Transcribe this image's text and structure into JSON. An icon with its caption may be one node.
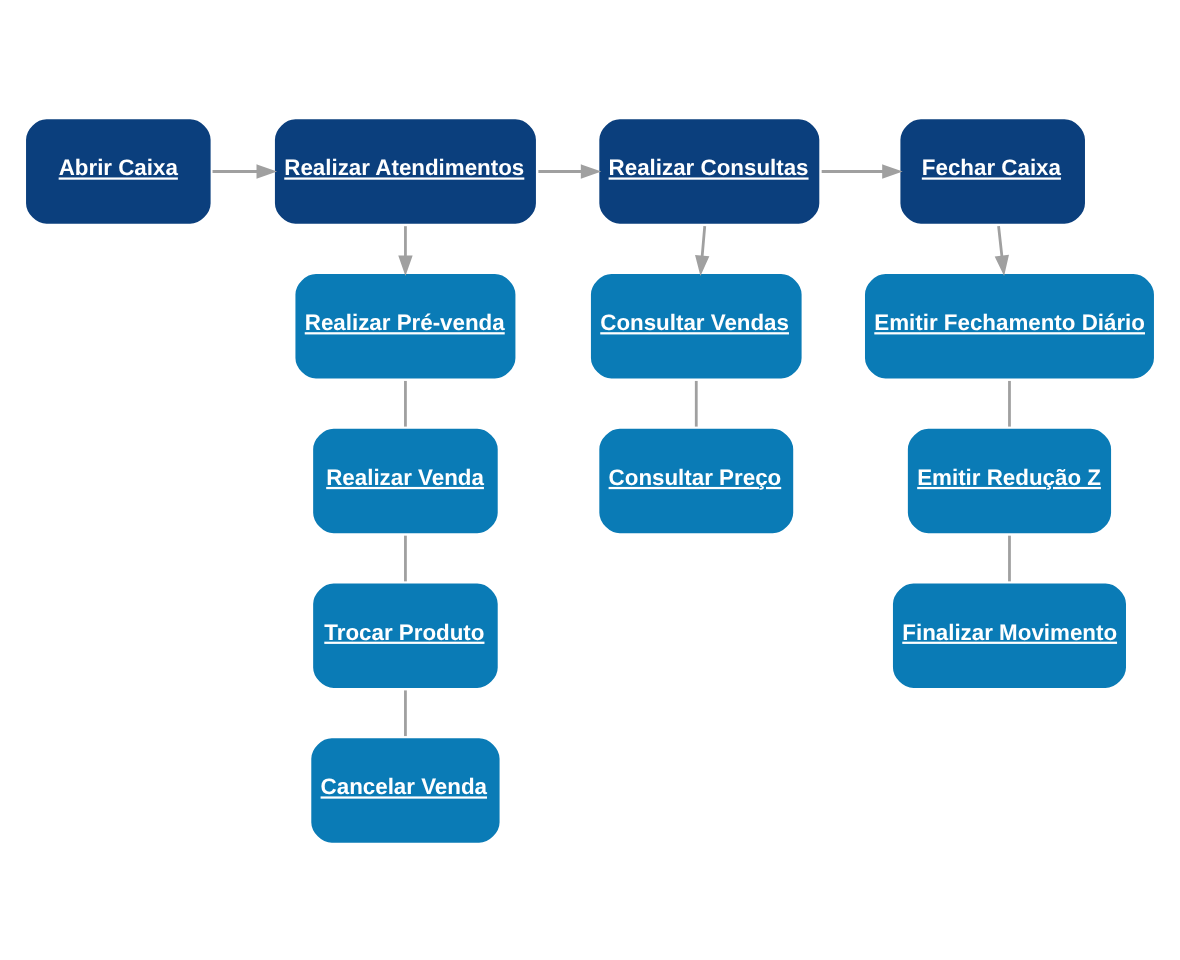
{
  "diagram": {
    "nodes": [
      {
        "text": [
          "Abrir Caixa"
        ]
      },
      {
        "text": [
          "Realizar Atendimentos"
        ]
      },
      {
        "text": [
          "Realizar Consultas"
        ]
      },
      {
        "text": [
          "Fechar Caixa"
        ]
      },
      {
        "text": [
          "Realizar Pré-venda"
        ]
      },
      {
        "text": [
          "Realizar Venda"
        ]
      },
      {
        "text": [
          "Trocar Produto"
        ]
      },
      {
        "text": [
          "Cancelar Venda"
        ]
      },
      {
        "text": [
          "Consultar Vendas"
        ]
      },
      {
        "text": [
          "Consultar Preço"
        ]
      },
      {
        "text": [
          "Emitir Fechamento Diário"
        ]
      },
      {
        "text": [
          "Emitir Redução Z"
        ]
      },
      {
        "text": [
          "Finalizar Movimento"
        ]
      }
    ],
    "edges": [
      {
        "from": 0,
        "to": 1,
        "arrow": "to"
      },
      {
        "from": 1,
        "to": 2,
        "arrow": "to"
      },
      {
        "from": 2,
        "to": 3,
        "arrow": "to"
      },
      {
        "from": 1,
        "to": 4,
        "arrow": "to"
      },
      {
        "from": 4,
        "to": 5,
        "arrow": "none"
      },
      {
        "from": 5,
        "to": 6,
        "arrow": "none"
      },
      {
        "from": 6,
        "to": 7,
        "arrow": "none"
      },
      {
        "from": 2,
        "to": 8,
        "arrow": "to"
      },
      {
        "from": 8,
        "to": 9,
        "arrow": "none"
      },
      {
        "from": 3,
        "to": 10,
        "arrow": "to"
      },
      {
        "from": 10,
        "to": 11,
        "arrow": "none"
      },
      {
        "from": 11,
        "to": 12,
        "arrow": "none"
      }
    ]
  }
}
